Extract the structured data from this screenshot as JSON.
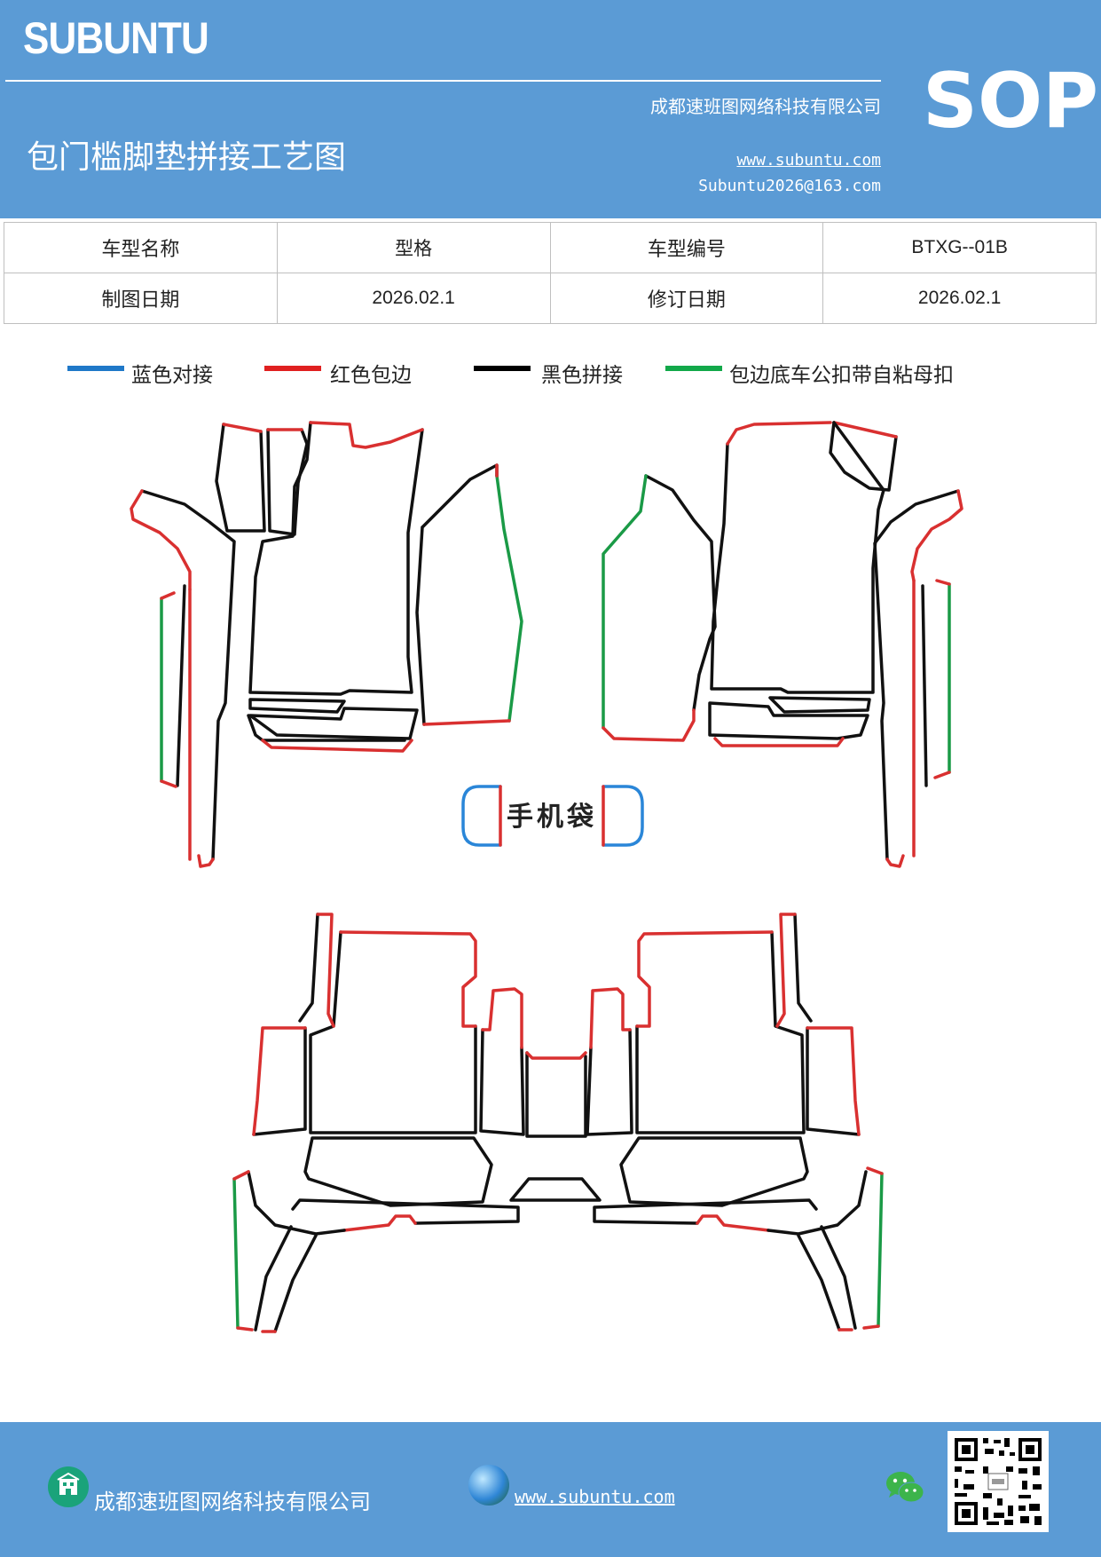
{
  "header": {
    "brand": "SUBUNTU",
    "company": "成都速班图网络科技有限公司",
    "title": "包门槛脚垫拼接工艺图",
    "website": "www.subuntu.com",
    "email": "Subuntu2026@163.com",
    "sop": "SOP"
  },
  "info_table": {
    "row1": [
      "车型名称",
      "型格",
      "车型编号",
      "BTXG--01B"
    ],
    "row2": [
      "制图日期",
      "2026.02.1",
      "修订日期",
      "2026.02.1"
    ]
  },
  "legend": [
    {
      "label": "蓝色对接",
      "color": "#1f78c8"
    },
    {
      "label": "红色包边",
      "color": "#e02020"
    },
    {
      "label": "黑色拼接",
      "color": "#000000"
    },
    {
      "label": "包边底车公扣带自粘母扣",
      "color": "#12a84a"
    }
  ],
  "diagram": {
    "phone_pocket_label": "手机袋",
    "colors": {
      "black": "#111111",
      "red": "#d93030",
      "green": "#1a9a46",
      "blue": "#2a86d8"
    }
  },
  "footer": {
    "company": "成都速班图网络科技有限公司",
    "website": "www.subuntu.com ",
    "icons": [
      "building-icon",
      "globe-icon",
      "wechat-icon",
      "qr-code-icon"
    ]
  }
}
